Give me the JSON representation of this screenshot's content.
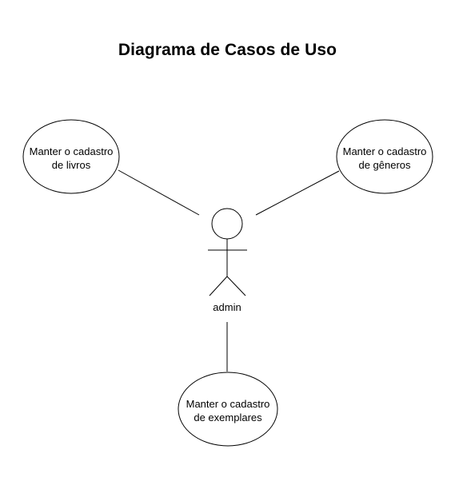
{
  "title": "Diagrama de Casos de Uso",
  "actor": {
    "name": "admin"
  },
  "use_cases": [
    {
      "line1": "Manter o cadastro",
      "line2": "de livros"
    },
    {
      "line1": "Manter o cadastro",
      "line2": "de gêneros"
    },
    {
      "line1": "Manter o cadastro",
      "line2": "de exemplares"
    }
  ]
}
